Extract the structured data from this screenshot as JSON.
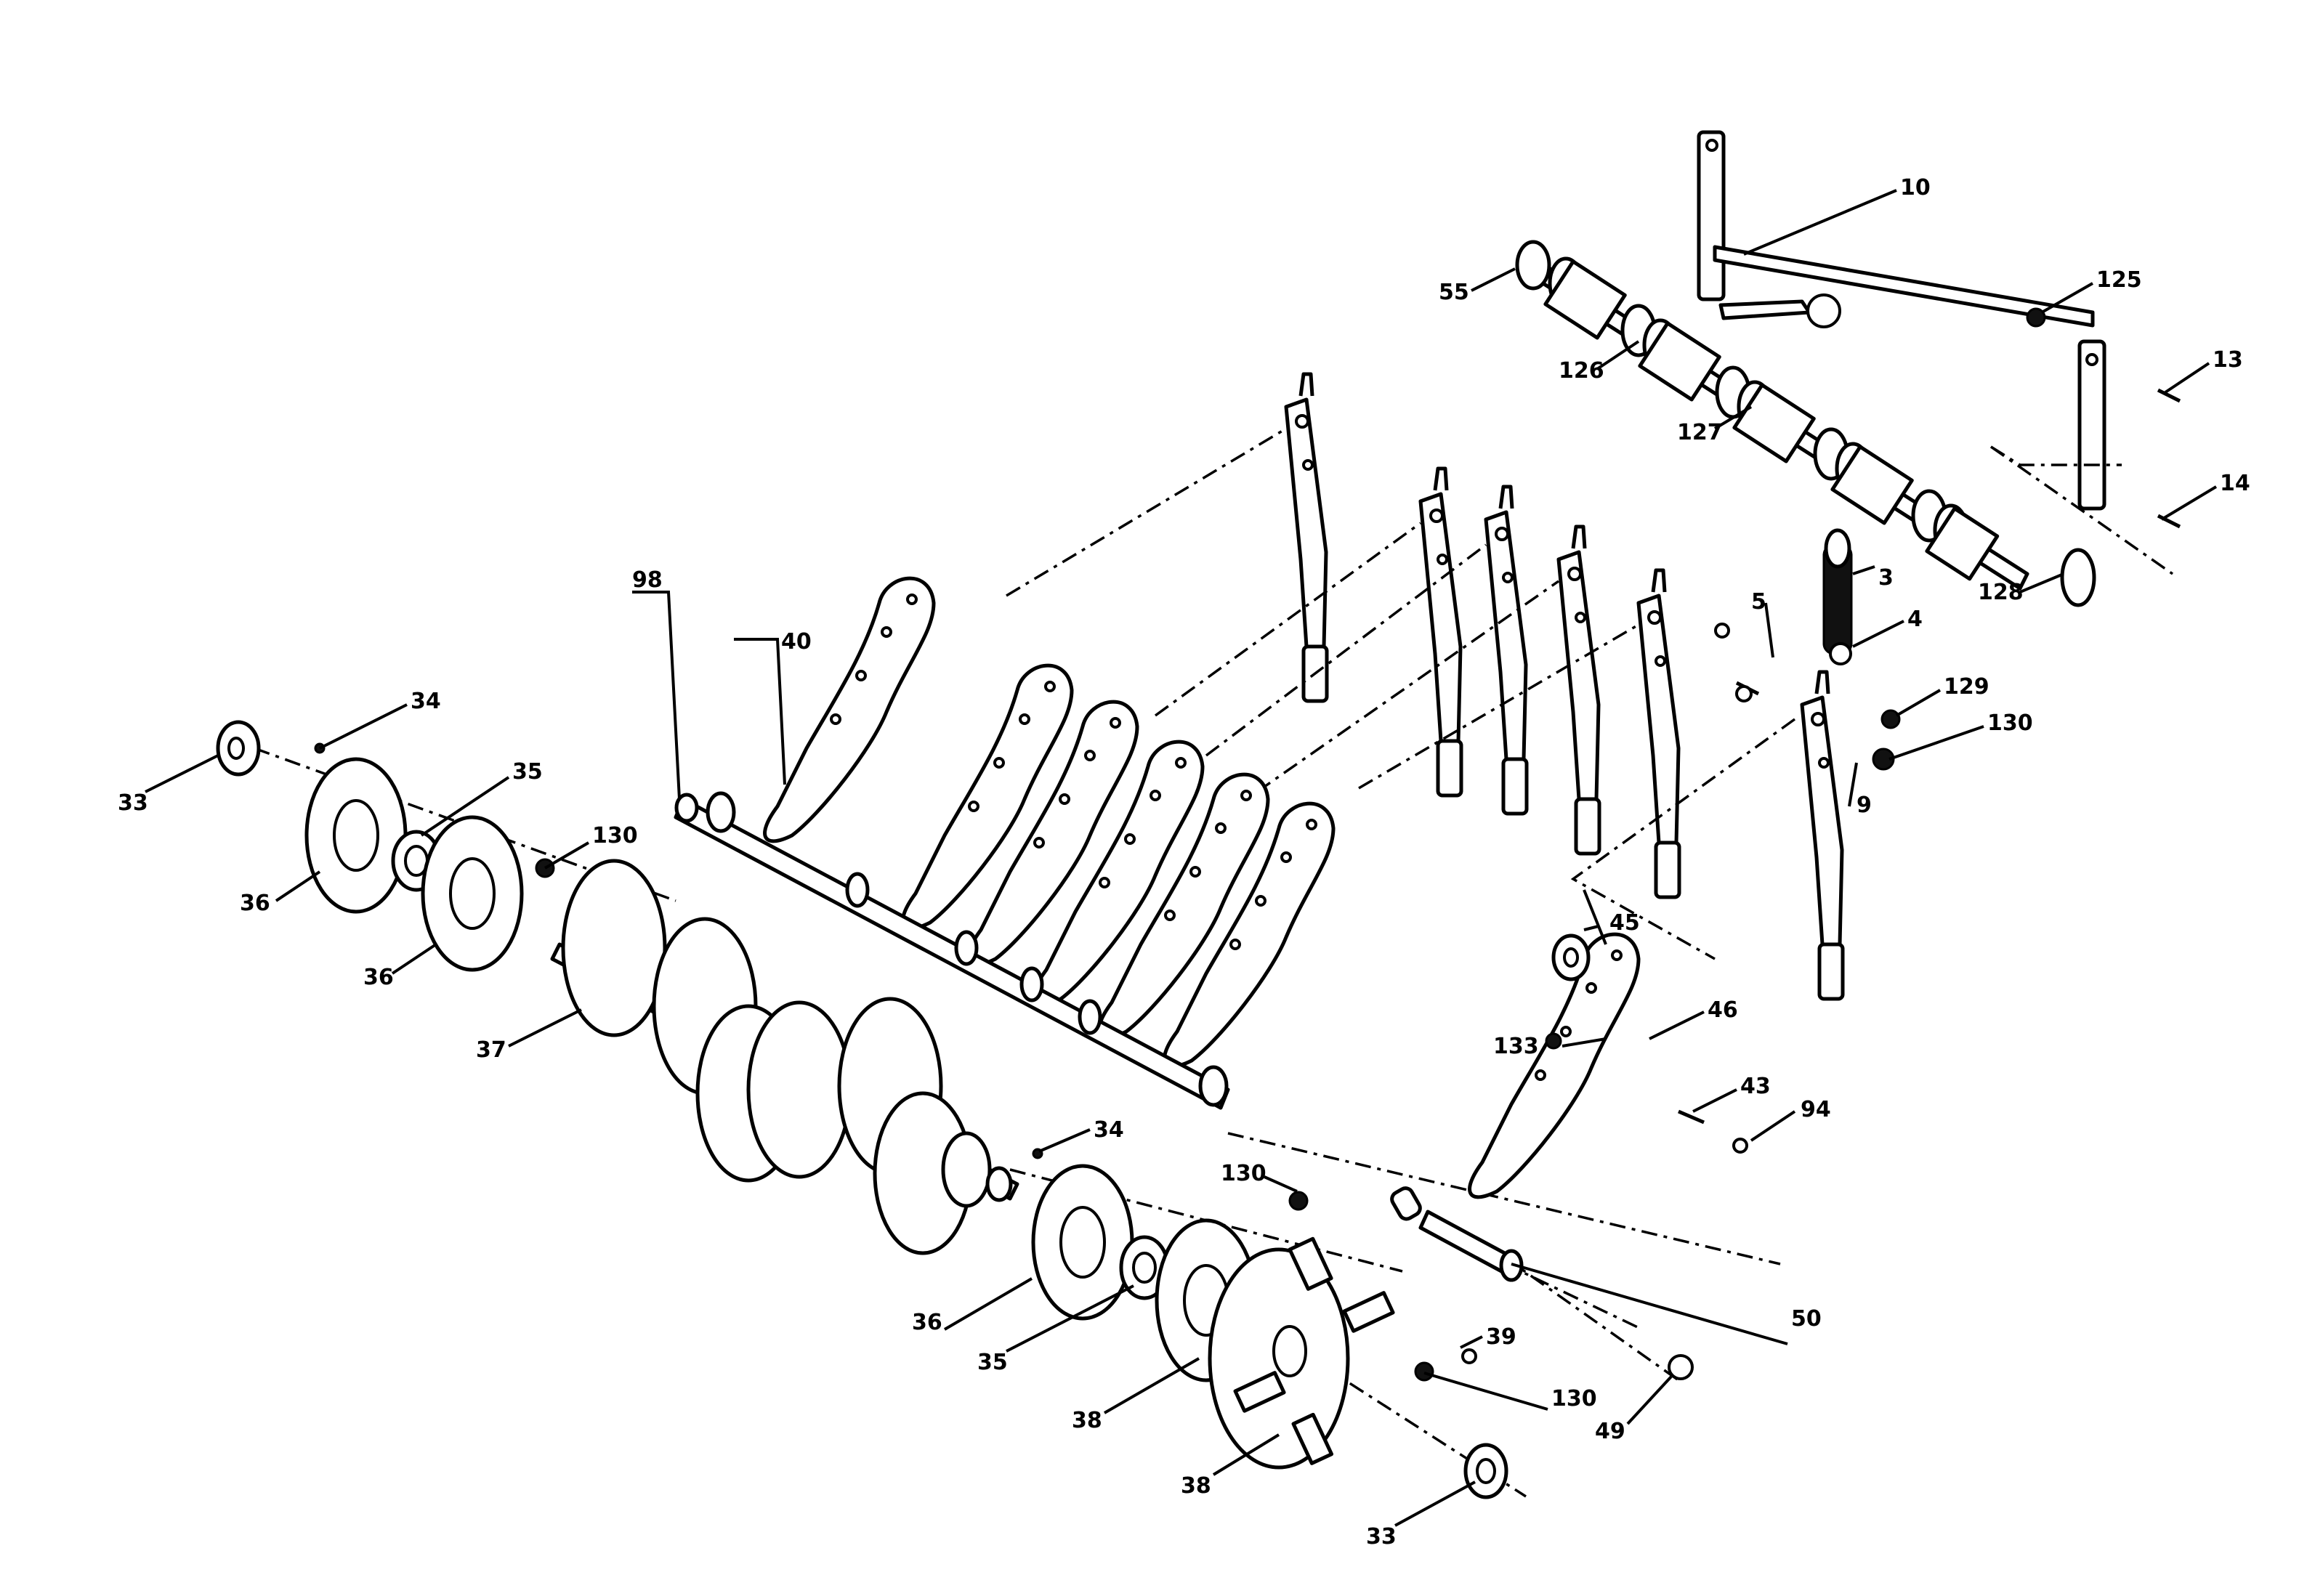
{
  "labels": {
    "l10": "10",
    "l55": "55",
    "l125": "125",
    "l13": "13",
    "l126": "126",
    "l127": "127",
    "l14": "14",
    "l128": "128",
    "l3": "3",
    "l5": "5",
    "l4": "4",
    "l129": "129",
    "l130a": "130",
    "l9": "9",
    "l98": "98",
    "l40": "40",
    "l34a": "34",
    "l33a": "33",
    "l35a": "35",
    "l130b": "130",
    "l36a": "36",
    "l36b": "36",
    "l37": "37",
    "l45": "45",
    "l46": "46",
    "l133": "133",
    "l43": "43",
    "l94": "94",
    "l34b": "34",
    "l130c": "130",
    "l36c": "36",
    "l35b": "35",
    "l38a": "38",
    "l39": "39",
    "l50": "50",
    "l130d": "130",
    "l49": "49",
    "l38b": "38",
    "l33b": "33"
  }
}
